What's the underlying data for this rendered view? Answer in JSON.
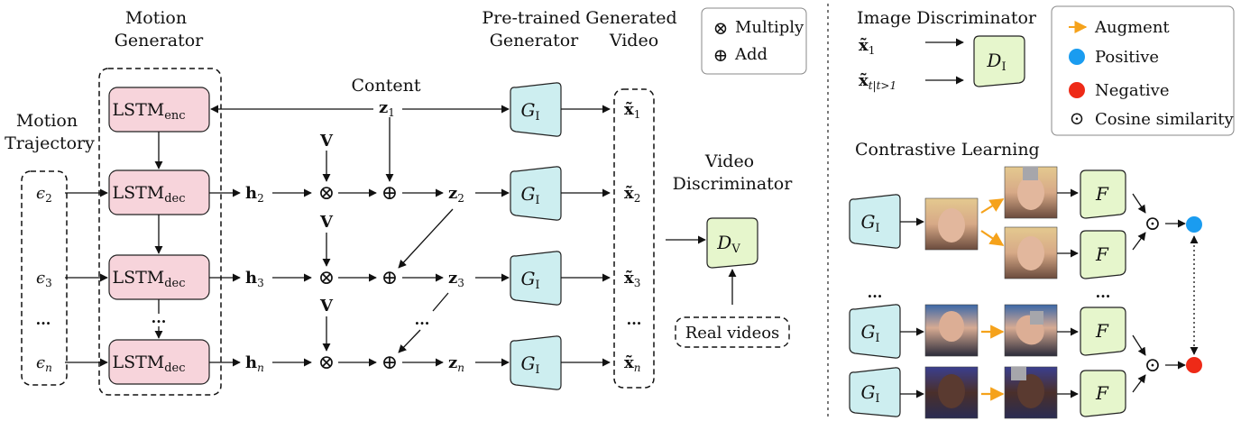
{
  "left": {
    "motion_generator_title": [
      "Motion",
      "Generator"
    ],
    "motion_trajectory_title": [
      "Motion",
      "Trajectory"
    ],
    "pretrained_generator_title": [
      "Pre-trained",
      "Generator"
    ],
    "generated_video_title": [
      "Generated",
      "Video"
    ],
    "content_label": "Content",
    "video_discriminator_title": [
      "Video",
      "Discriminator"
    ],
    "lstm_main": "LSTM",
    "lstm_enc_sub": "enc",
    "lstm_dec_sub": "dec",
    "V": "V",
    "epsilon": "ϵ",
    "eps_subs": [
      "2",
      "3",
      "n"
    ],
    "h": "h",
    "h_subs": [
      "2",
      "3",
      "n"
    ],
    "z": "z",
    "z_subs": [
      "1",
      "2",
      "3",
      "n"
    ],
    "x": "x̃",
    "x_subs": [
      "1",
      "2",
      "3",
      "n"
    ],
    "G": "G",
    "G_sub": "I",
    "D": "D",
    "DV_sub": "V",
    "real_videos": "Real videos",
    "ellipsis": "...",
    "multiply_sym": "⊗",
    "add_sym": "⊕"
  },
  "legend1": {
    "multiply_label": "Multiply",
    "add_label": "Add"
  },
  "right": {
    "image_discriminator_title": "Image Discriminator",
    "x1_sub": "1",
    "xt_sub": "t|t>1",
    "DI_sub": "I",
    "contrastive_title": "Contrastive Learning",
    "F": "F",
    "dot_sym": "⊙",
    "ellipsis": "..."
  },
  "legend2": {
    "augment_label": "Augment",
    "positive_label": "Positive",
    "negative_label": "Negative",
    "cosine_label": "Cosine similarity"
  },
  "colors": {
    "lstm_fill": "#f7d4db",
    "generator_fill": "#cdeef0",
    "discriminator_fill": "#e6f6cc",
    "augment_arrow": "#f5a21b",
    "positive": "#1a9cf0",
    "negative": "#ee2a17"
  }
}
